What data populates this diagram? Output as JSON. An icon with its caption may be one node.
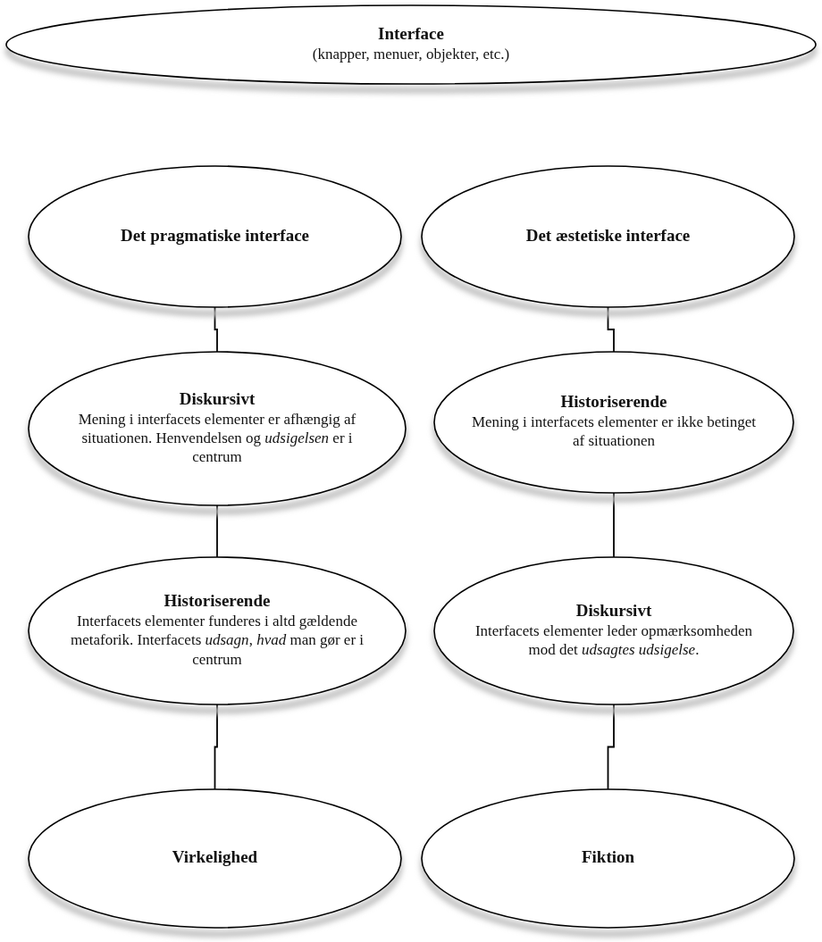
{
  "diagram": {
    "nodes": [
      {
        "text": [
          "Interface",
          "(knapper, menuer, objekter, etc.)"
        ]
      },
      {
        "text": [
          "Det pragmatiske interface"
        ]
      },
      {
        "text": [
          "Det æstetiske interface"
        ]
      },
      {
        "text": [
          "Diskursivt",
          "Mening i interfacets elementer er afhængig af situationen. Henvendelsen og *udsigelsen* er i centrum"
        ]
      },
      {
        "text": [
          "Historiserende",
          "Mening i interfacets elementer er ikke betinget af situationen"
        ]
      },
      {
        "text": [
          "Historiserende",
          "Interfacets elementer funderes i altd gældende metaforik. Interfacets *udsagn*, *hvad* man gør er i centrum"
        ]
      },
      {
        "text": [
          "Diskursivt",
          "Interfacets elementer leder opmærksomheden mod det *udsagtes udsigelse*."
        ]
      },
      {
        "text": [
          "Virkelighed"
        ]
      },
      {
        "text": [
          "Fiktion"
        ]
      }
    ],
    "edges": [
      {
        "from": 1,
        "to": 3,
        "arrow": "none"
      },
      {
        "from": 3,
        "to": 5,
        "arrow": "none"
      },
      {
        "from": 5,
        "to": 7,
        "arrow": "none"
      },
      {
        "from": 2,
        "to": 4,
        "arrow": "none"
      },
      {
        "from": 4,
        "to": 6,
        "arrow": "none"
      },
      {
        "from": 6,
        "to": 8,
        "arrow": "none"
      }
    ]
  }
}
